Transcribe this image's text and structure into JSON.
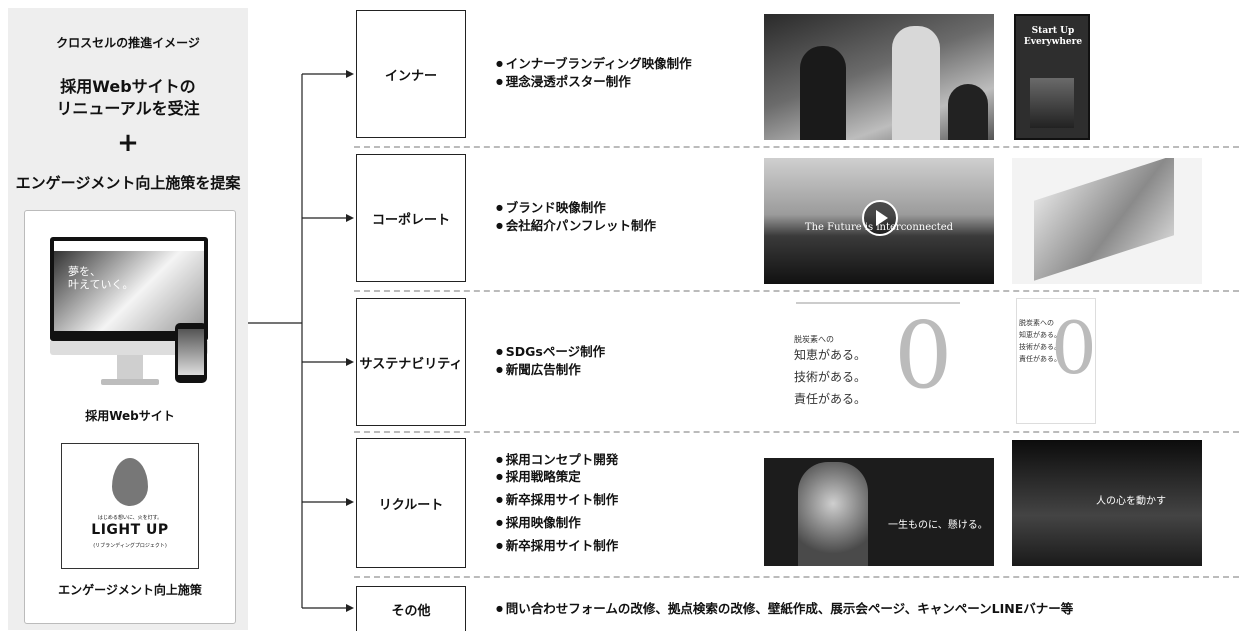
{
  "left": {
    "caption": "クロスセルの推進イメージ",
    "headline_line1": "採用Webサイトの",
    "headline_line2": "リニューアルを受注",
    "plus": "+",
    "proposal": "エンゲージメント向上施策を提案",
    "website_label": "採用Webサイト",
    "website_hero_line1": "夢を、",
    "website_hero_line2": "叶えていく。",
    "lightup_tagline": "はじめる想いに、火を灯す。",
    "lightup_title": "LIGHT UP",
    "lightup_sub": "(リブランディングプロジェクト)",
    "engagement_label": "エンゲージメント向上施策"
  },
  "categories": [
    {
      "label": "インナー",
      "items": [
        "インナーブランディング映像制作",
        "理念浸透ポスター制作"
      ]
    },
    {
      "label": "コーポレート",
      "items": [
        "ブランド映像制作",
        "会社紹介パンフレット制作"
      ]
    },
    {
      "label": "サステナビリティ",
      "items": [
        "SDGsページ制作",
        "新聞広告制作"
      ]
    },
    {
      "label": "リクルート",
      "items": [
        "採用コンセプト開発",
        "採用戦略策定",
        "新卒採用サイト制作",
        "採用映像制作",
        "新卒採用サイト制作"
      ]
    },
    {
      "label": "その他",
      "items": [
        "問い合わせフォームの改修、拠点検索の改修、壁紙作成、展示会ページ、キャンペーンLINEバナー等"
      ]
    }
  ],
  "thumbs": {
    "poster_title": "Start Up Everywhere",
    "video_caption": "The Future is interconnected",
    "sdgs_line1": "脱炭素への",
    "sdgs_line2": "知恵がある。",
    "sdgs_line3": "技術がある。",
    "sdgs_line4": "責任がある。",
    "sdgs_big": "0",
    "recruit_caption": "一生ものに、懸ける。",
    "night_caption": "人の心を動かす"
  },
  "colors": {
    "panel_bg": "#eeeeee",
    "line": "#222222",
    "separator": "#bbbbbb"
  }
}
